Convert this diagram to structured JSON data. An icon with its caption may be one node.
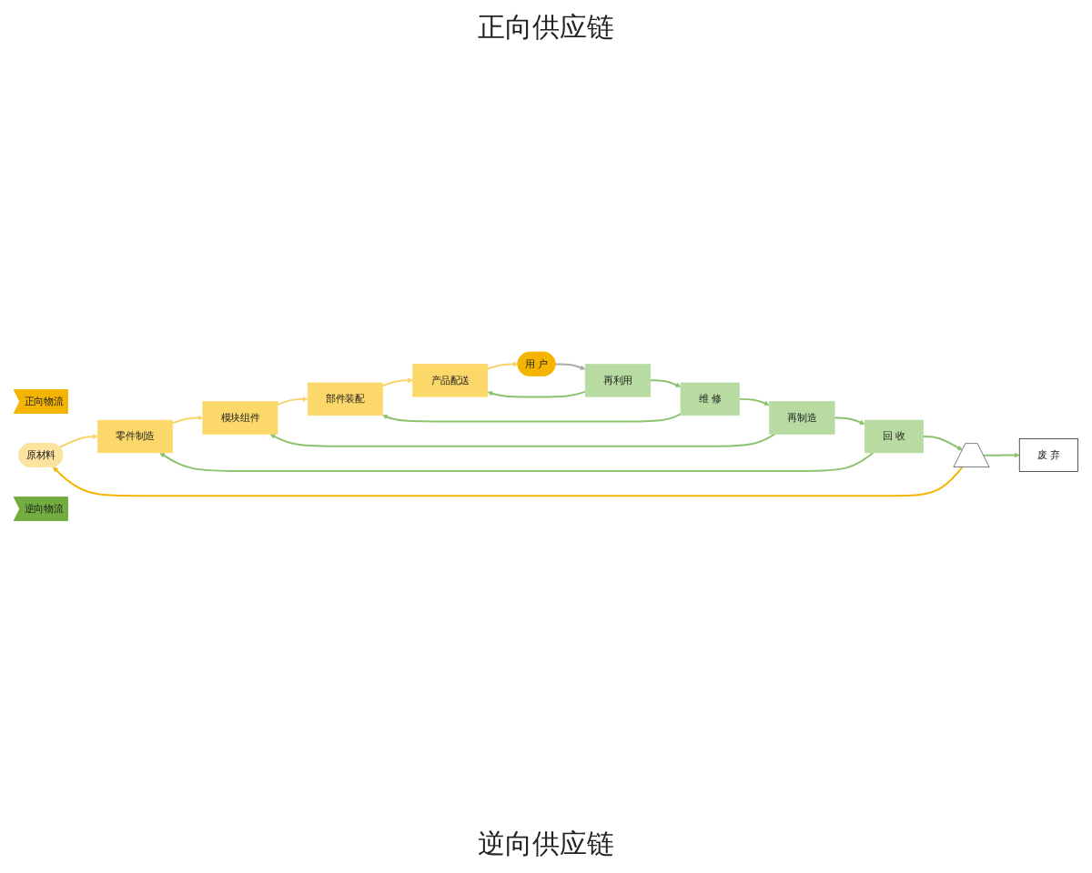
{
  "diagram": {
    "title": "正向供应链",
    "caption": "逆向供应链",
    "nodes": [
      {
        "text": [
          "正向物流"
        ]
      },
      {
        "text": [
          "原材料"
        ]
      },
      {
        "text": [
          "零件制造"
        ]
      },
      {
        "text": [
          "模块组件"
        ]
      },
      {
        "text": [
          "部件装配"
        ]
      },
      {
        "text": [
          "产品配送"
        ]
      },
      {
        "text": [
          "用 户"
        ]
      },
      {
        "text": [
          "再利用"
        ]
      },
      {
        "text": [
          "维 修"
        ]
      },
      {
        "text": [
          "再制造"
        ]
      },
      {
        "text": [
          "回 收"
        ]
      },
      {
        "text": [],
        "shape": "bin"
      },
      {
        "text": [
          "废 弃"
        ]
      },
      {
        "text": [
          "逆向物流"
        ]
      }
    ],
    "edges": [
      {
        "from": 1,
        "to": 2,
        "arrow": "to",
        "color": "#f8d36a"
      },
      {
        "from": 2,
        "to": 3,
        "arrow": "to",
        "color": "#f8d36a"
      },
      {
        "from": 3,
        "to": 4,
        "arrow": "to",
        "color": "#f8d36a"
      },
      {
        "from": 4,
        "to": 5,
        "arrow": "to",
        "color": "#f8d36a"
      },
      {
        "from": 5,
        "to": 6,
        "arrow": "to",
        "color": "#f8d36a"
      },
      {
        "from": 6,
        "to": 7,
        "arrow": "to",
        "color": "#aaaaaa"
      },
      {
        "from": 7,
        "to": 8,
        "arrow": "to"
      },
      {
        "from": 8,
        "to": 9,
        "arrow": "to"
      },
      {
        "from": 9,
        "to": 10,
        "arrow": "to"
      },
      {
        "from": 7,
        "to": 5,
        "arrow": "to"
      },
      {
        "from": 8,
        "to": 4,
        "arrow": "to"
      },
      {
        "from": 9,
        "to": 3,
        "arrow": "to"
      },
      {
        "from": 10,
        "to": 2,
        "arrow": "to"
      },
      {
        "from": 10,
        "to": 11,
        "arrow": "to"
      },
      {
        "from": 11,
        "to": 1,
        "arrow": "to",
        "color": "#f5b400"
      },
      {
        "from": 11,
        "to": 12,
        "arrow": "to"
      }
    ]
  }
}
